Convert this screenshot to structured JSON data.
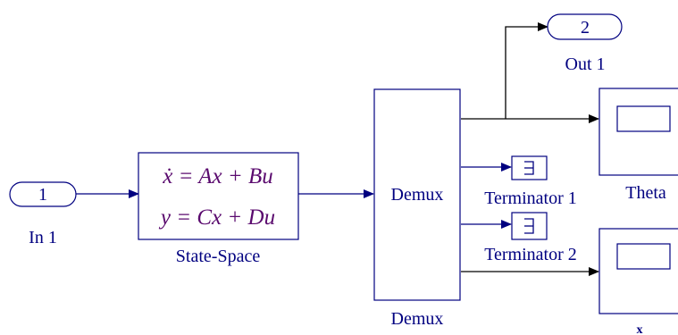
{
  "blocks": {
    "in1": {
      "port_number": "1",
      "label": "In 1"
    },
    "state_space": {
      "eq_line1": "ẋ = Ax + Bu",
      "eq_line2": "y = Cx + Du",
      "label": "State-Space"
    },
    "demux": {
      "inner_label": "Demux",
      "label": "Demux"
    },
    "out1": {
      "port_number": "2",
      "label": "Out 1"
    },
    "terminator1": {
      "label": "Terminator 1"
    },
    "terminator2": {
      "label": "Terminator 2"
    },
    "scope_theta": {
      "label": "Theta"
    },
    "scope_x": {
      "label": "x"
    }
  },
  "colors": {
    "block_outline": "#000080",
    "signal_line": "#000000",
    "equation_text": "#5a0a6e"
  }
}
